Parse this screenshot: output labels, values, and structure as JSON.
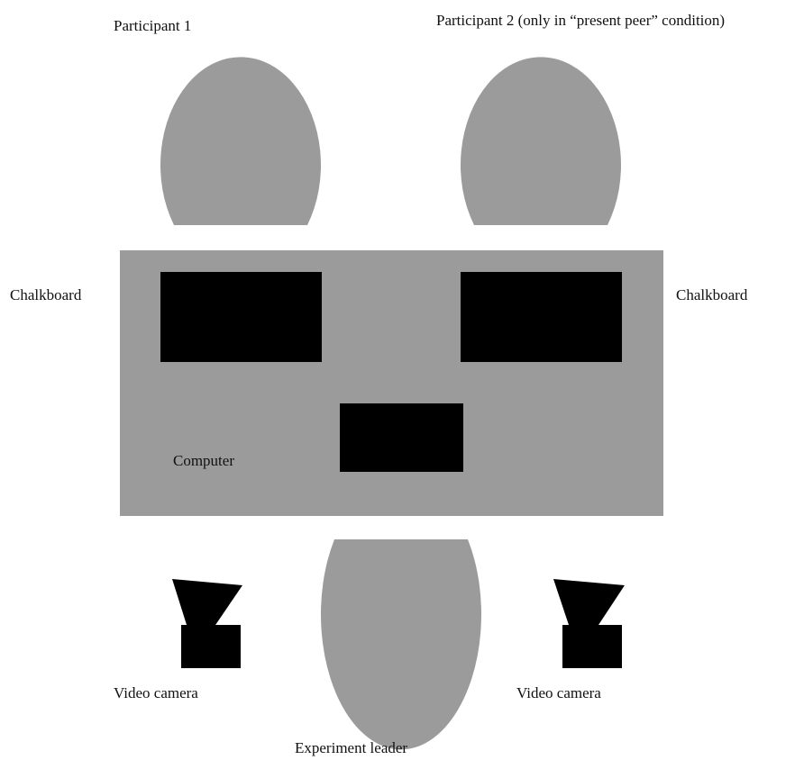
{
  "labels": {
    "participant_1": "Participant 1",
    "participant_2": "Participant 2 (only in “present peer” condition)",
    "chalkboard_left": "Chalkboard",
    "chalkboard_right": "Chalkboard",
    "computer": "Computer",
    "video_camera_left": "Video camera",
    "video_camera_right": "Video camera",
    "experiment_leader": "Experiment leader"
  },
  "colors": {
    "background": "#ffffff",
    "person": "#9b9b9b",
    "table": "#9b9b9b",
    "equipment": "#000000",
    "text": "#111111"
  }
}
